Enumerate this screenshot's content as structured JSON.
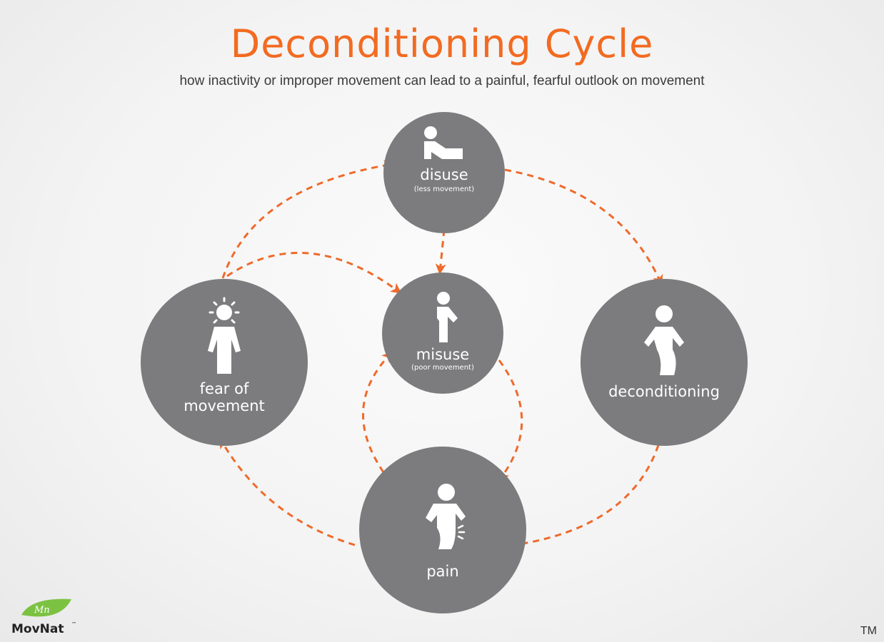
{
  "title": "Deconditioning Cycle",
  "subtitle": "how inactivity or improper movement can lead to a painful, fearful outlook on movement",
  "colors": {
    "title": "#f26b21",
    "node_fill": "#7c7c7e",
    "arrow": "#ef6a2b",
    "icon": "#ffffff",
    "logo_leaf": "#7cc242"
  },
  "nodes": {
    "disuse": {
      "label": "disuse",
      "sub": "(less movement)",
      "icon": "reclining-person-icon"
    },
    "misuse": {
      "label": "misuse",
      "sub": "(poor movement)",
      "icon": "slouching-person-icon"
    },
    "fear": {
      "label_line1": "fear of",
      "label_line2": "movement",
      "icon": "anxious-person-icon"
    },
    "deconditioning": {
      "label": "deconditioning",
      "icon": "weak-person-icon"
    },
    "pain": {
      "label": "pain",
      "icon": "injured-person-icon"
    }
  },
  "edges": [
    {
      "from": "disuse",
      "to": "misuse"
    },
    {
      "from": "disuse",
      "to": "deconditioning"
    },
    {
      "from": "deconditioning",
      "to": "pain"
    },
    {
      "from": "pain",
      "to": "fear"
    },
    {
      "from": "fear",
      "to": "disuse"
    },
    {
      "from": "fear",
      "to": "misuse"
    },
    {
      "from": "pain",
      "to": "misuse"
    },
    {
      "from": "misuse",
      "to": "pain"
    }
  ],
  "logo": {
    "mark": "Mn",
    "text": "MovNat",
    "tm_small": "™"
  },
  "tm": "TM"
}
